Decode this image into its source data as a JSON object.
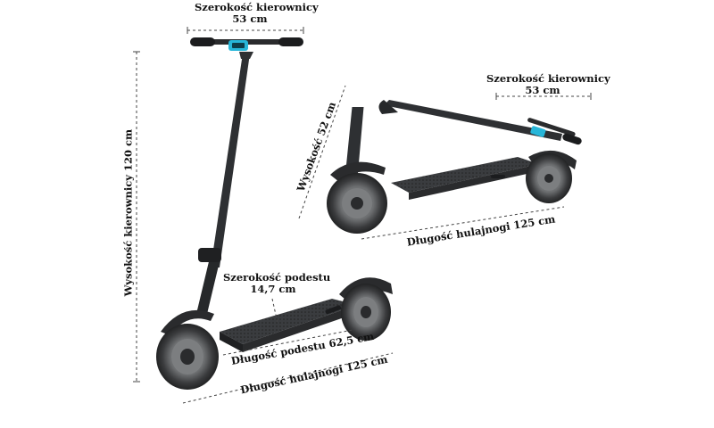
{
  "labels": {
    "handlebar_width_left": {
      "title": "Szerokość kierownicy",
      "value": "53 cm"
    },
    "handlebar_height": "Wysokość kierownicy 120 cm",
    "deck_width": {
      "title": "Szerokość podestu",
      "value": "14,7 cm"
    },
    "deck_length": "Długość podestu 62,5 cm",
    "scooter_length_left": "Długość hulajnogi 125 cm",
    "handlebar_width_right": {
      "title": "Szerokość kierownicy",
      "value": "53 cm"
    },
    "folded_height": "Wysokość 52 cm",
    "scooter_length_right": "Długość hulajnogi 125 cm"
  },
  "colors": {
    "frame": "#2e3033",
    "frame_dark": "#1b1c1e",
    "tire": "#3a3b3d",
    "accent": "#27b6d9",
    "dimension_line": "#444444"
  }
}
